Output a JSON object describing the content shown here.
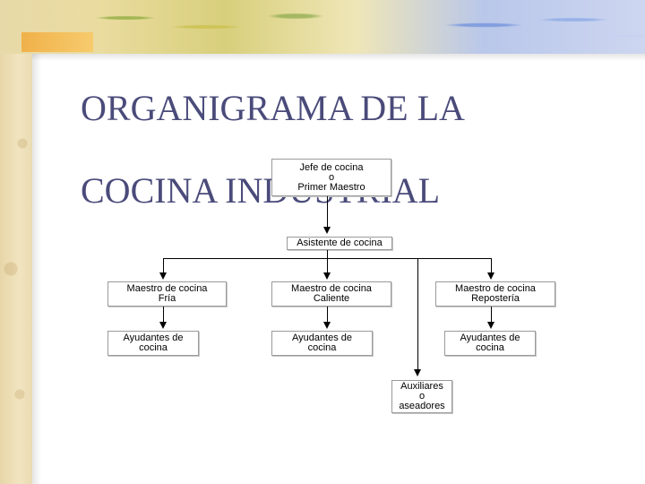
{
  "slide": {
    "title_line1": "ORGANIGRAMA DE LA",
    "title_line2": "COCINA INDUSTRIAL"
  },
  "org_chart": {
    "jefe": [
      "Jefe de cocina",
      "o",
      "Primer Maestro"
    ],
    "asistente": [
      "Asistente de cocina"
    ],
    "maestro_fria": [
      "Maestro de cocina",
      "Fría"
    ],
    "maestro_caliente": [
      "Maestro de cocina",
      "Caliente"
    ],
    "maestro_reposteria": [
      "Maestro de cocina",
      "Repostería"
    ],
    "ayudantes_fria": [
      "Ayudantes de",
      "cocina"
    ],
    "ayudantes_caliente": [
      "Ayudantes de",
      "cocina"
    ],
    "ayudantes_reposteria": [
      "Ayudantes de",
      "cocina"
    ],
    "auxiliares": [
      "Auxiliares",
      "o",
      "aseadores"
    ]
  }
}
